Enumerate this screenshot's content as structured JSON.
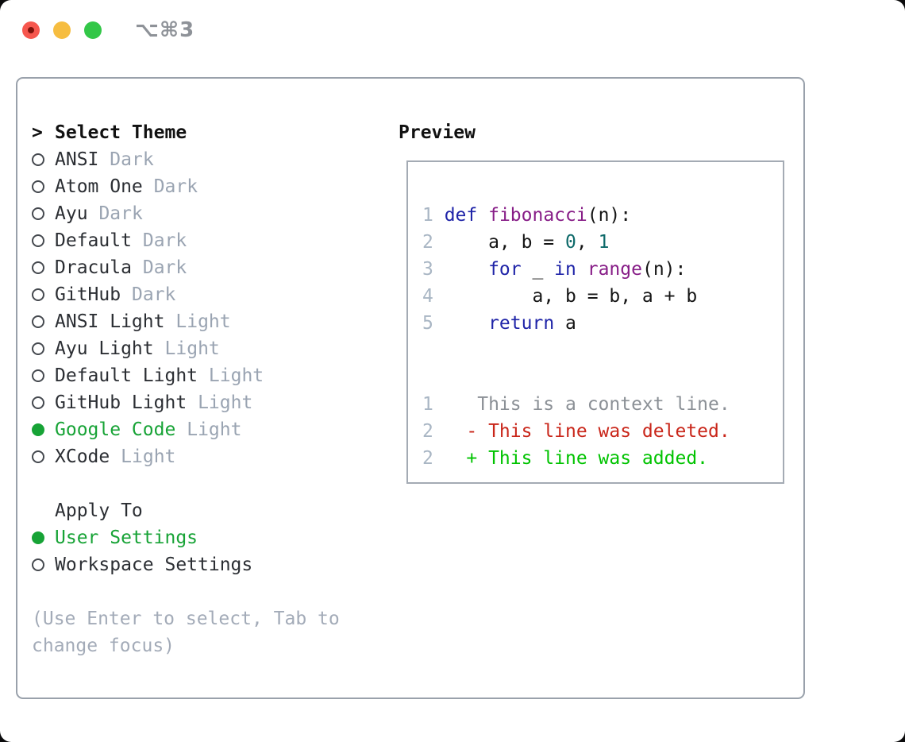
{
  "window": {
    "title": "⌥⌘3",
    "traffic_lights": [
      {
        "name": "close-button",
        "color": "#f6574e"
      },
      {
        "name": "minimize-button",
        "color": "#f6bd40"
      },
      {
        "name": "zoom-button",
        "color": "#33c748"
      }
    ]
  },
  "theme_picker": {
    "header": {
      "prefix": ">",
      "label": "Select Theme"
    },
    "themes": [
      {
        "name": "ANSI",
        "variant": "Dark",
        "selected": false
      },
      {
        "name": "Atom One",
        "variant": "Dark",
        "selected": false
      },
      {
        "name": "Ayu",
        "variant": "Dark",
        "selected": false
      },
      {
        "name": "Default",
        "variant": "Dark",
        "selected": false
      },
      {
        "name": "Dracula",
        "variant": "Dark",
        "selected": false
      },
      {
        "name": "GitHub",
        "variant": "Dark",
        "selected": false
      },
      {
        "name": "ANSI Light",
        "variant": "Light",
        "selected": false
      },
      {
        "name": "Ayu Light",
        "variant": "Light",
        "selected": false
      },
      {
        "name": "Default Light",
        "variant": "Light",
        "selected": false
      },
      {
        "name": "GitHub Light",
        "variant": "Light",
        "selected": false
      },
      {
        "name": "Google Code",
        "variant": "Light",
        "selected": true
      },
      {
        "name": "XCode",
        "variant": "Light",
        "selected": false
      }
    ],
    "apply_to": {
      "label": "Apply To",
      "options": [
        {
          "label": "User Settings",
          "selected": true
        },
        {
          "label": "Workspace Settings",
          "selected": false
        }
      ]
    },
    "hint": "(Use Enter to select, Tab to change focus)"
  },
  "preview": {
    "title": "Preview",
    "code_lines": [
      {
        "num": "1",
        "tokens": [
          [
            "def",
            "kwd"
          ],
          [
            " ",
            "pln"
          ],
          [
            "fibonacci",
            "fn"
          ],
          [
            "(n):",
            "pln"
          ]
        ]
      },
      {
        "num": "2",
        "tokens": [
          [
            "    a, b = ",
            "pln"
          ],
          [
            "0",
            "lit"
          ],
          [
            ", ",
            "pln"
          ],
          [
            "1",
            "lit"
          ]
        ]
      },
      {
        "num": "3",
        "tokens": [
          [
            "    ",
            "pln"
          ],
          [
            "for",
            "kwd"
          ],
          [
            " _ ",
            "pln"
          ],
          [
            "in",
            "kwd"
          ],
          [
            " ",
            "pln"
          ],
          [
            "range",
            "fn"
          ],
          [
            "(n):",
            "pln"
          ]
        ]
      },
      {
        "num": "4",
        "tokens": [
          [
            "        a, b = b, a + b",
            "pln"
          ]
        ]
      },
      {
        "num": "5",
        "tokens": [
          [
            "    ",
            "pln"
          ],
          [
            "return",
            "kwd"
          ],
          [
            " a",
            "pln"
          ]
        ]
      }
    ],
    "diff_lines": [
      {
        "num": "1",
        "text": "   This is a context line.",
        "type": "context"
      },
      {
        "num": "2",
        "text": "  - This line was deleted.",
        "type": "deleted"
      },
      {
        "num": "2",
        "text": "  + This line was added.",
        "type": "added"
      }
    ]
  },
  "colors": {
    "selected_green": "#17a336",
    "keyword_blue": "#1f24a8",
    "function_purple": "#871d87",
    "literal_teal": "#0e6a6a",
    "diff_deleted_red": "#c9261a",
    "diff_added_green": "#00c300",
    "muted_gray": "#9aa4b2",
    "line_number_gray": "#a9b6c4",
    "panel_border_gray": "#99a1ab"
  }
}
